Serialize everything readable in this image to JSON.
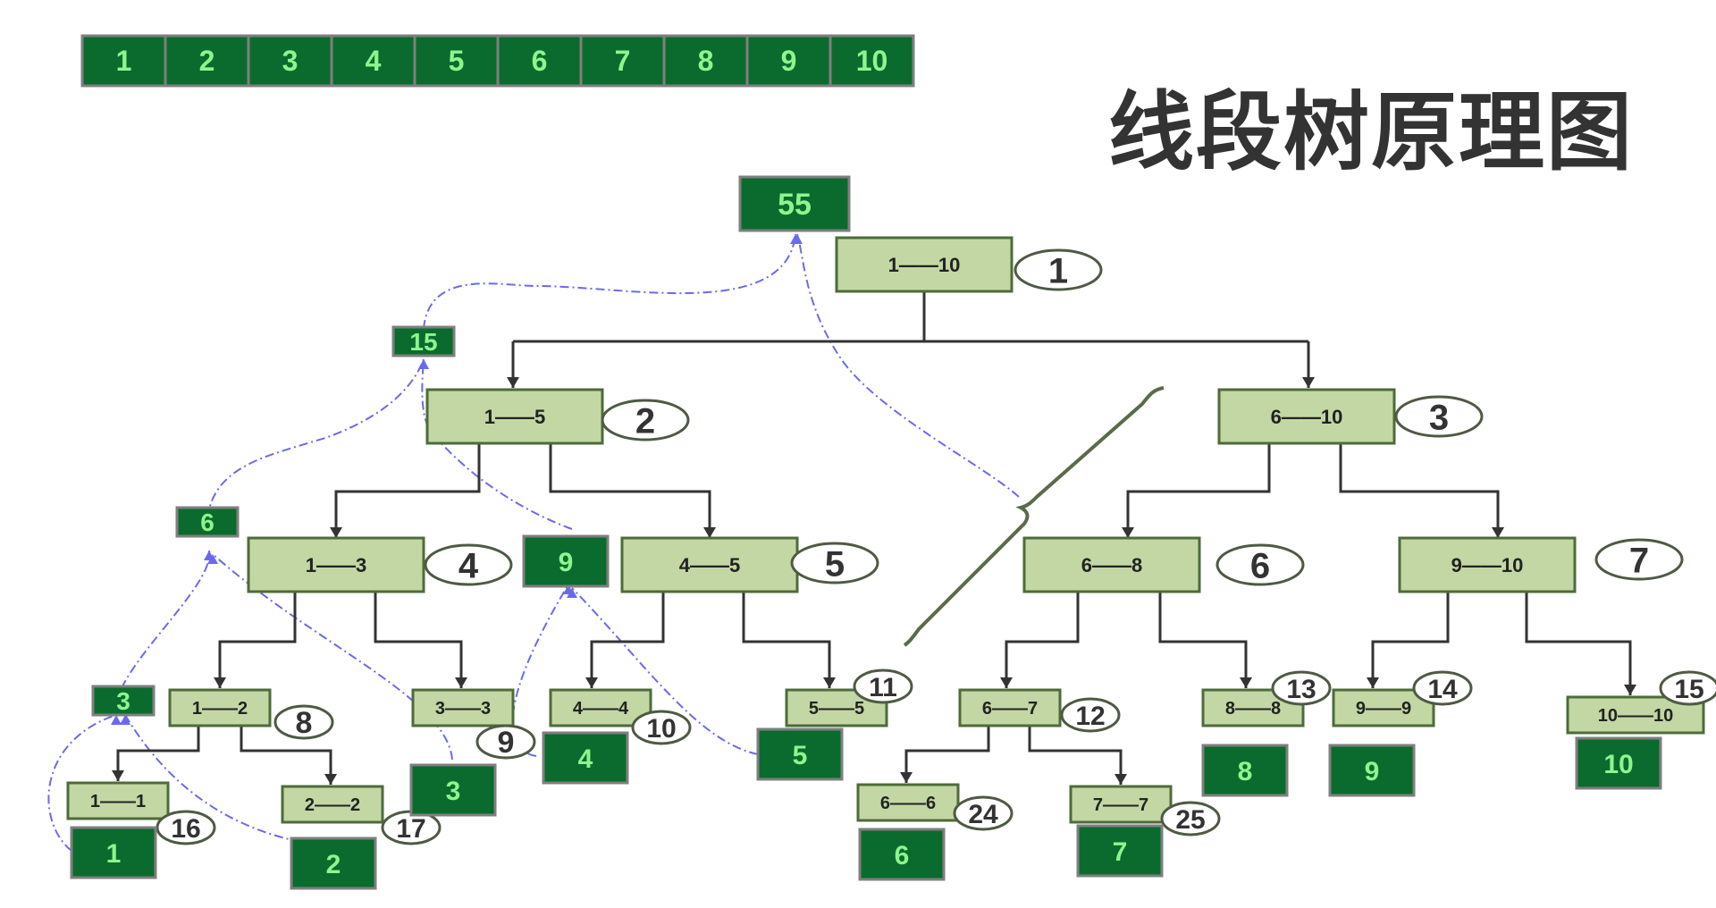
{
  "title": "线段树原理图",
  "array": [
    "1",
    "2",
    "3",
    "4",
    "5",
    "6",
    "7",
    "8",
    "9",
    "10"
  ],
  "nodes": [
    {
      "id": "1",
      "range": "1——10",
      "sum": "55"
    },
    {
      "id": "2",
      "range": "1——5",
      "sum": "15"
    },
    {
      "id": "3",
      "range": "6——10"
    },
    {
      "id": "4",
      "range": "1——3",
      "sum": "6"
    },
    {
      "id": "5",
      "range": "4——5",
      "sum": "9"
    },
    {
      "id": "6",
      "range": "6——8"
    },
    {
      "id": "7",
      "range": "9——10"
    },
    {
      "id": "8",
      "range": "1——2",
      "sum": "3"
    },
    {
      "id": "9",
      "range": "3——3",
      "sum": "3"
    },
    {
      "id": "10",
      "range": "4——4",
      "sum": "4"
    },
    {
      "id": "11",
      "range": "5——5",
      "sum": "5"
    },
    {
      "id": "12",
      "range": "6——7"
    },
    {
      "id": "13",
      "range": "8——8",
      "sum": "8"
    },
    {
      "id": "14",
      "range": "9——9",
      "sum": "9"
    },
    {
      "id": "15",
      "range": "10——10",
      "sum": "10"
    },
    {
      "id": "16",
      "range": "1——1",
      "sum": "1"
    },
    {
      "id": "17",
      "range": "2——2",
      "sum": "2"
    },
    {
      "id": "24",
      "range": "6——6",
      "sum": "6"
    },
    {
      "id": "25",
      "range": "7——7",
      "sum": "7"
    }
  ],
  "colors": {
    "node_fill": "#c3d7a4",
    "node_stroke": "#4e6b3a",
    "sum_fill": "#0b6b2e",
    "sum_text": "#8ef58e",
    "sum_stroke": "#7f7f7f",
    "edge": "#333333",
    "sum_link": "#6a6af0",
    "id_stroke": "#4e5a44"
  }
}
